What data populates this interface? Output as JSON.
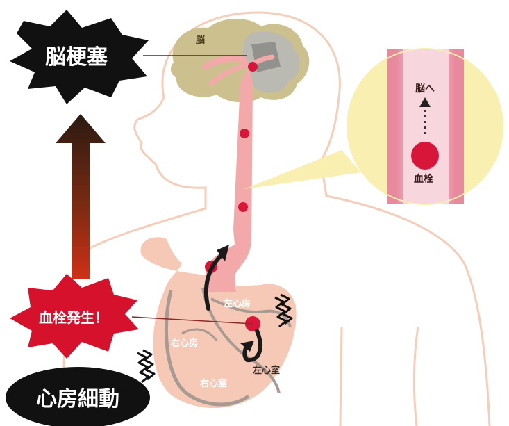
{
  "labels": {
    "brain": "脳",
    "stroke": "脳梗塞",
    "to_brain": "脳へ",
    "clot_zoom": "血栓",
    "clot_onset": "血栓発生！",
    "left_atrium": "左心房",
    "right_atrium": "右心房",
    "left_ventricle": "左心室",
    "right_ventricle": "右心室",
    "afib": "心房細動"
  },
  "colors": {
    "body_outline": "#f6cdb8",
    "brain": "#cbc08e",
    "artery": "#f3a9a9",
    "clot": "#d8163a",
    "zoom_bg": "#f8efb0",
    "stroke_badge": "#111111",
    "clot_badge": "#d5112c",
    "afib_badge": "#111111",
    "heart": "#f6c8b6"
  }
}
